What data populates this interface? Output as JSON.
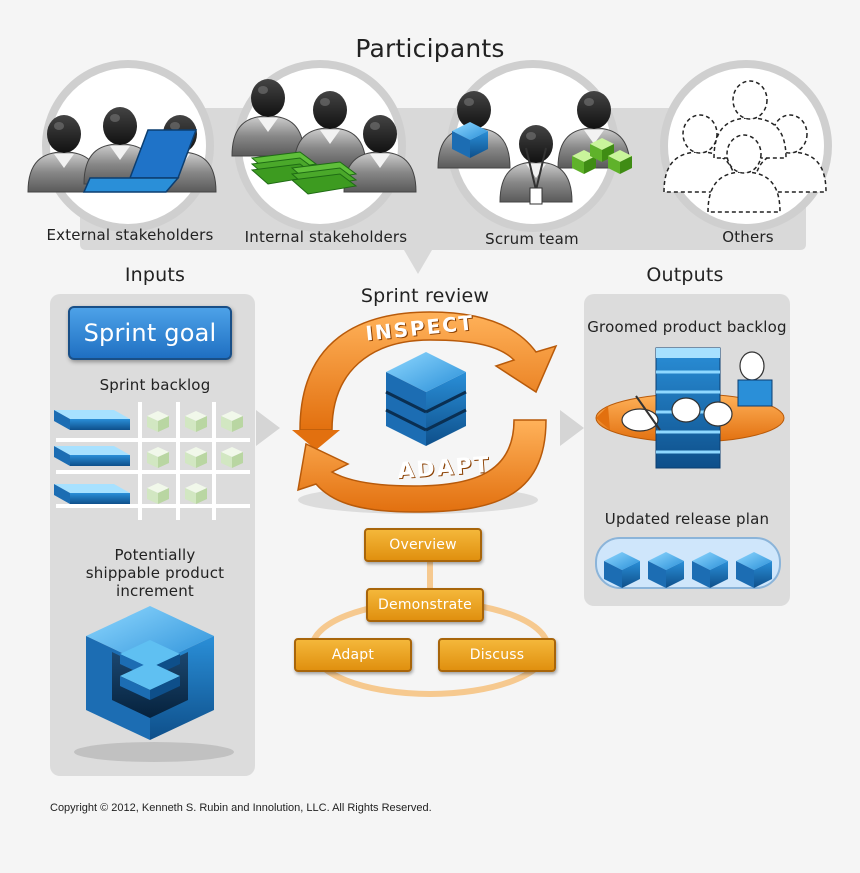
{
  "title": "Participants",
  "participants": [
    {
      "label": "External stakeholders"
    },
    {
      "label": "Internal stakeholders"
    },
    {
      "label": "Scrum team"
    },
    {
      "label": "Others"
    }
  ],
  "inputs": {
    "heading": "Inputs",
    "sprint_goal": "Sprint goal",
    "sprint_backlog": "Sprint backlog",
    "increment_line1": "Potentially",
    "increment_line2": "shippable product",
    "increment_line3": "increment"
  },
  "review": {
    "heading": "Sprint review",
    "inspect": "INSPECT",
    "adapt_arrow": "ADAPT",
    "steps": {
      "overview": "Overview",
      "demonstrate": "Demonstrate",
      "adapt": "Adapt",
      "discuss": "Discuss"
    }
  },
  "outputs": {
    "heading": "Outputs",
    "groomed": "Groomed product backlog",
    "release_plan": "Updated release plan"
  },
  "copyright": "Copyright © 2012, Kenneth S. Rubin and Innolution, LLC. All Rights Reserved.",
  "colors": {
    "orange": "#f08a1e",
    "blue": "#2a8fd8",
    "green": "#7ccf3a",
    "panel": "#dddddd"
  },
  "icons": [
    "person-icon",
    "laptop-icon",
    "money-icon",
    "cube-icon",
    "lanyard-badge-icon"
  ]
}
